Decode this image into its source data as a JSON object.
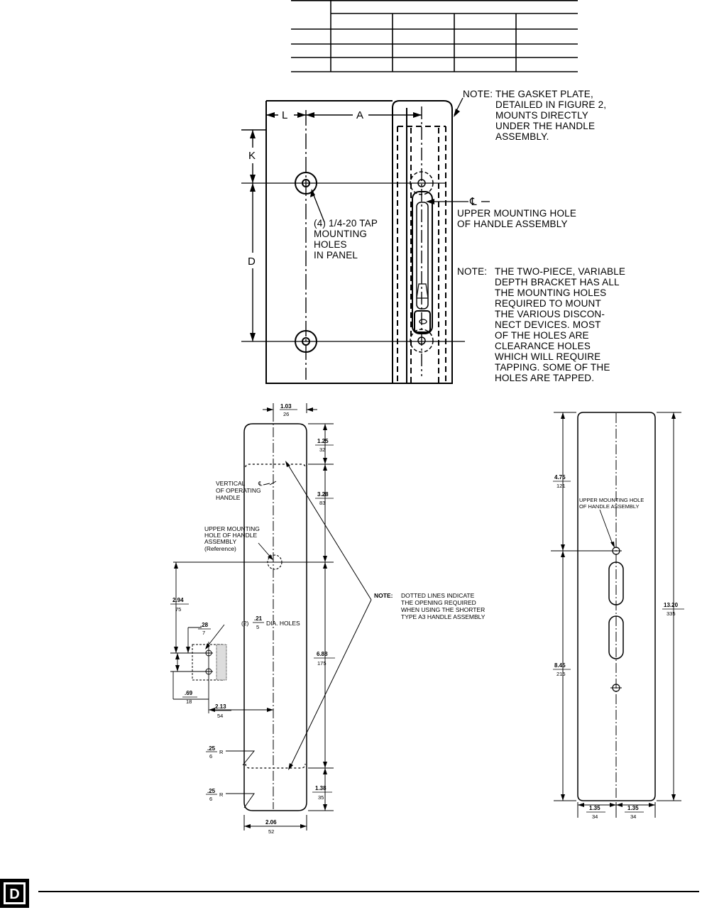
{
  "top_table": {
    "rows": 4,
    "cols": 5
  },
  "figure1": {
    "dims": {
      "L": "L",
      "A": "A",
      "K": "K",
      "D": "D"
    },
    "hole_label": [
      "(4) 1/4-20 TAP",
      "MOUNTING",
      "HOLES",
      "IN PANEL"
    ],
    "centerline_symbol": "℄",
    "upper_hole_label": [
      "UPPER MOUNTING HOLE",
      "OF HANDLE ASSEMBLY"
    ],
    "note1_prefix": "NOTE:",
    "note1_lines": [
      "THE GASKET PLATE,",
      "DETAILED IN FIGURE 2,",
      "MOUNTS DIRECTLY",
      "UNDER THE HANDLE",
      "ASSEMBLY."
    ],
    "note2_prefix": "NOTE:",
    "note2_lines": [
      "THE TWO-PIECE, VARIABLE",
      "DEPTH BRACKET HAS ALL",
      "THE MOUNTING HOLES",
      "REQUIRED TO MOUNT",
      "THE VARIOUS DISCON-",
      "NECT DEVICES.  MOST",
      "OF THE HOLES ARE",
      "CLEARANCE HOLES",
      "WHICH WILL REQUIRE",
      "TAPPING.  SOME OF THE",
      "HOLES ARE TAPPED."
    ]
  },
  "figure2": {
    "top_width": {
      "in": "1.03",
      "mm": "26"
    },
    "d_1_25": {
      "in": "1.25",
      "mm": "32"
    },
    "d_3_28": {
      "in": "3.28",
      "mm": "83"
    },
    "d_6_88": {
      "in": "6.88",
      "mm": "175"
    },
    "d_1_38": {
      "in": "1.38",
      "mm": "35"
    },
    "d_2_94": {
      "in": "2.94",
      "mm": "75"
    },
    "d_28": {
      "in": ".28",
      "mm": "7"
    },
    "d_69": {
      "in": ".69",
      "mm": "18"
    },
    "d_2_13": {
      "in": "2.13",
      "mm": "54"
    },
    "r1": {
      "in": ".25",
      "mm": "6",
      "suffix": "R"
    },
    "r2": {
      "in": ".25",
      "mm": "6",
      "suffix": "R"
    },
    "bottom_width": {
      "in": "2.06",
      "mm": "52"
    },
    "holes": {
      "prefix": "(2)",
      "in": ".21",
      "mm": "5",
      "suffix": "DIA. HOLES"
    },
    "vertical_label": [
      "VERTICAL",
      "OF OPERATING",
      "HANDLE"
    ],
    "upper_ref_label": [
      "UPPER MOUNTING",
      "HOLE OF HANDLE",
      "ASSEMBLY",
      "(Reference)"
    ],
    "note_prefix": "NOTE:",
    "note_lines": [
      "DOTTED LINES INDICATE",
      "THE OPENING REQUIRED",
      "WHEN USING THE SHORTER",
      "TYPE A3 HANDLE ASSEMBLY"
    ]
  },
  "figure3": {
    "upper_label": [
      "UPPER MOUNTING HOLE",
      "OF HANDLE ASSEMBLY"
    ],
    "d_4_75": {
      "in": "4.75",
      "mm": "121"
    },
    "d_8_45": {
      "in": "8.45",
      "mm": "215"
    },
    "d_13_20": {
      "in": "13.20",
      "mm": "335"
    },
    "d_left": {
      "in": "1.35",
      "mm": "34"
    },
    "d_right": {
      "in": "1.35",
      "mm": "34"
    }
  },
  "footer": {
    "logo_letter": "D"
  }
}
